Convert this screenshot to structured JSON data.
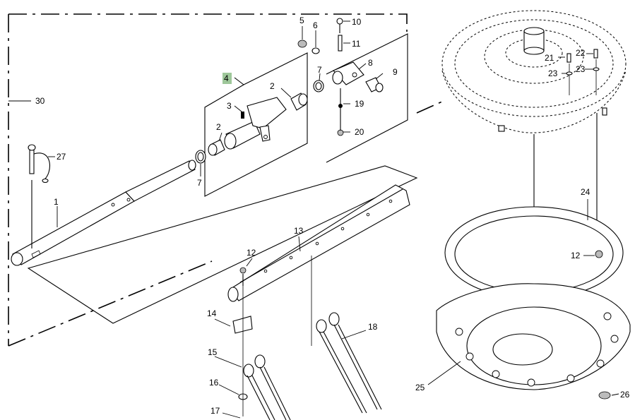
{
  "callouts": {
    "c1": "1",
    "c2a": "2",
    "c2b": "2",
    "c3": "3",
    "c4": "4",
    "c5": "5",
    "c6": "6",
    "c7a": "7",
    "c7b": "7",
    "c8": "8",
    "c9": "9",
    "c10": "10",
    "c11": "11",
    "c12a": "12",
    "c12b": "12",
    "c13": "13",
    "c14": "14",
    "c15": "15",
    "c16": "16",
    "c17": "17",
    "c18": "18",
    "c19": "19",
    "c20": "20",
    "c21": "21",
    "c22": "22",
    "c23a": "23",
    "c23b": "23",
    "c24": "24",
    "c25": "25",
    "c26": "26",
    "c27": "27",
    "c30": "30"
  },
  "colors": {
    "highlight": "#9ec79a",
    "line": "#000000"
  }
}
